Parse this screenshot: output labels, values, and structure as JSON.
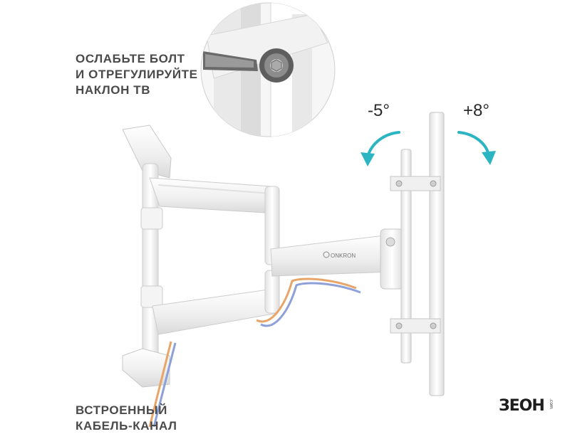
{
  "captions": {
    "tilt": "ОСЛАБЬТЕ БОЛТ\nИ ОТРЕГУЛИРУЙТЕ\nНАКЛОН ТВ",
    "cable": "ВСТРОЕННЫЙ\nКАБЕЛЬ-КАНАЛ"
  },
  "angles": {
    "down": "-5°",
    "up": "+8°"
  },
  "product": {
    "brand_mark": "ONKRON",
    "color": "#f0f0f0"
  },
  "store_logo": {
    "text": "ЗЕОН",
    "sub": ".com"
  },
  "colors": {
    "accent_arrow": "#2bb5c2",
    "caption": "#4a4a4a",
    "cable_orange": "#e8a56a",
    "cable_blue": "#8ea0d8"
  }
}
